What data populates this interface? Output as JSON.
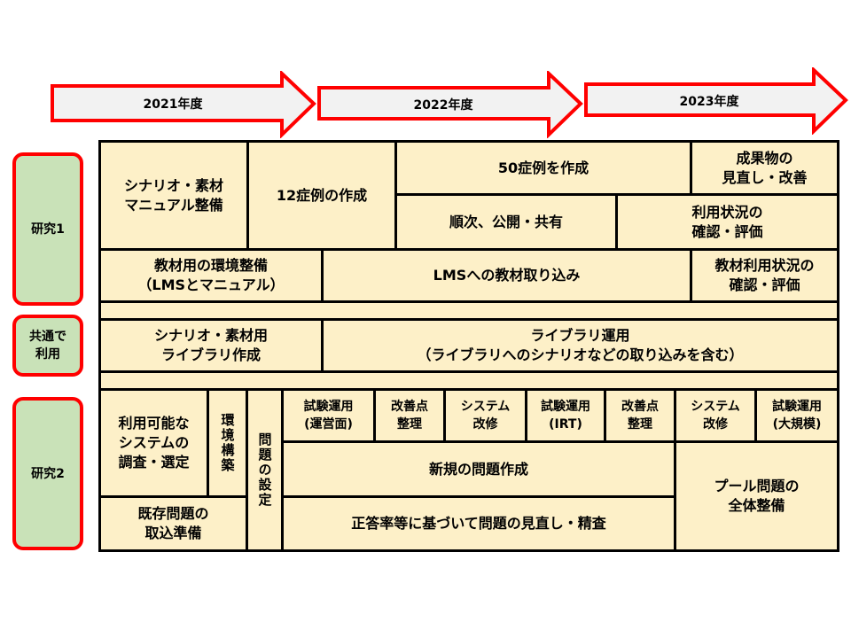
{
  "timeline": [
    "2021年度",
    "2022年度",
    "2023年度"
  ],
  "sides": [
    "研究1",
    "共通で\n利用",
    "研究2"
  ],
  "cells": {
    "scenario_manual": "シナリオ・素材\nマニュアル整備",
    "cases12": "12症例の作成",
    "cases50": "50症例を作成",
    "deliverables": "成果物の\n見直し・改善",
    "publish": "順次、公開・共有",
    "usage_eval": "利用状況の\n確認・評価",
    "env": "教材用の環境整備\n（LMSとマニュアル）",
    "lms_import": "LMSへの教材取り込み",
    "material_eval": "教材利用状況の\n確認・評価",
    "library_make": "シナリオ・素材用\nライブラリ作成",
    "library_ops": "ライブラリ運用\n（ライブラリへのシナリオなどの取り込みを含む）",
    "survey": "利用可能な\nシステムの\n調査・選定",
    "env_build": "環境構築",
    "problem_set": "問題の設定",
    "trial_ops": "試験運用\n(運営面)",
    "improve1": "改善点\n整理",
    "sys1": "システム\n改修",
    "trial_irt": "試験運用\n(IRT)",
    "improve2": "改善点\n整理",
    "sys2": "システム\n改修",
    "trial_large": "試験運用\n(大規模)",
    "new_problems": "新規の問題作成",
    "pool": "プール問題の\n全体整備",
    "existing": "既存問題の\n取込準備",
    "review": "正答率等に基づいて問題の見直し・精査"
  }
}
